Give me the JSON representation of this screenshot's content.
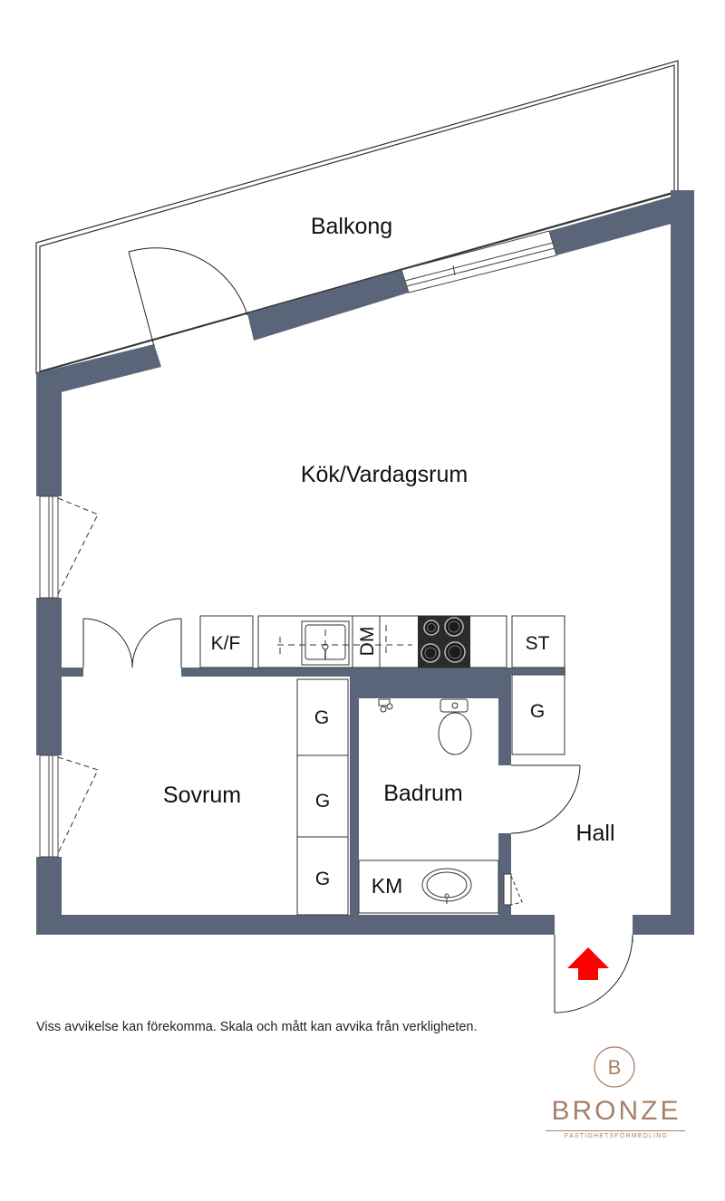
{
  "rooms": {
    "balcony": "Balkong",
    "kitchen_living": "Kök/Vardagsrum",
    "bedroom": "Sovrum",
    "bathroom": "Badrum",
    "hall": "Hall"
  },
  "fixtures": {
    "fridge_freezer": "K/F",
    "dishwasher": "DM",
    "storage": "ST",
    "wardrobe": "G",
    "washing_machine": "KM"
  },
  "disclaimer": "Viss avvikelse kan förekomma. Skala och mått kan avvika från verkligheten.",
  "brand": {
    "monogram": "B",
    "name": "BRONZE",
    "subtitle": "FASTIGHETSFÖRMEDLING"
  },
  "colors": {
    "wall": "#5b6579",
    "entrance_arrow": "#ff0000",
    "brand": "#a8806a",
    "stove": "#2b2b2b"
  },
  "icons": {
    "entrance": "up-arrow-icon",
    "logo": "bronze-b-monogram-icon"
  }
}
